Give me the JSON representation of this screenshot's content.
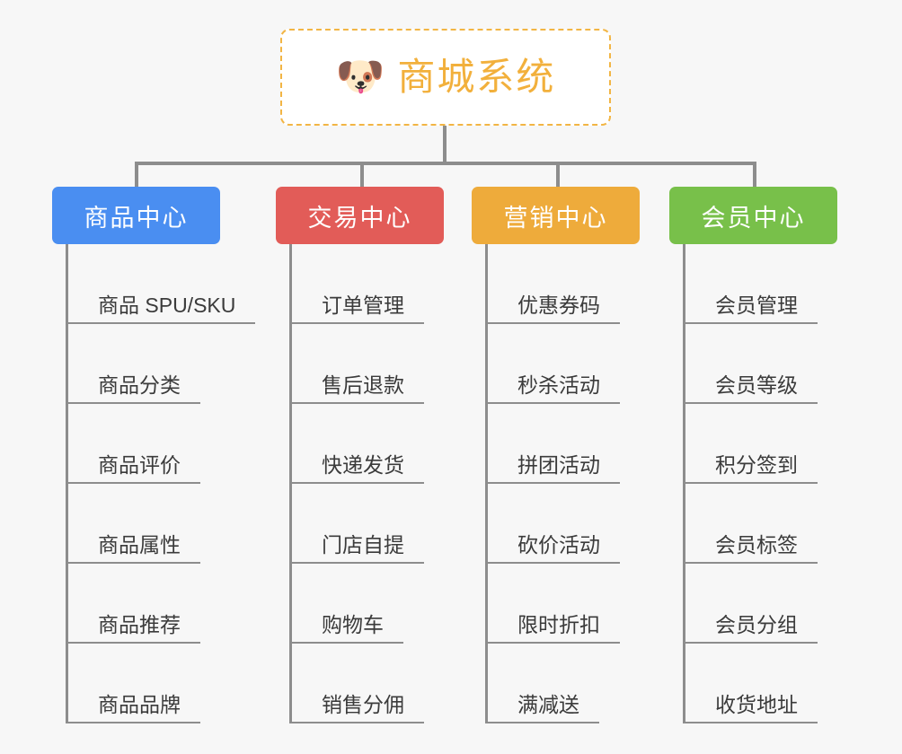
{
  "root": {
    "icon": "dog-face-emoji",
    "icon_glyph": "🐶",
    "title": "商城系统",
    "title_color": "#f2b03c",
    "border_color": "#f2b544",
    "background": "#ffffff"
  },
  "canvas": {
    "background": "#f7f7f7",
    "connector_color": "#8d8d8d"
  },
  "columns": [
    {
      "id": "product-center",
      "label": "商品中心",
      "color": "#4a8ef1",
      "items": [
        "商品 SPU/SKU",
        "商品分类",
        "商品评价",
        "商品属性",
        "商品推荐",
        "商品品牌"
      ]
    },
    {
      "id": "trade-center",
      "label": "交易中心",
      "color": "#e25c58",
      "items": [
        "订单管理",
        "售后退款",
        "快递发货",
        "门店自提",
        "购物车",
        "销售分佣"
      ]
    },
    {
      "id": "marketing-center",
      "label": "营销中心",
      "color": "#eeab3b",
      "items": [
        "优惠券码",
        "秒杀活动",
        "拼团活动",
        "砍价活动",
        "限时折扣",
        "满减送"
      ]
    },
    {
      "id": "member-center",
      "label": "会员中心",
      "color": "#78c04a",
      "items": [
        "会员管理",
        "会员等级",
        "积分签到",
        "会员标签",
        "会员分组",
        "收货地址"
      ]
    }
  ]
}
